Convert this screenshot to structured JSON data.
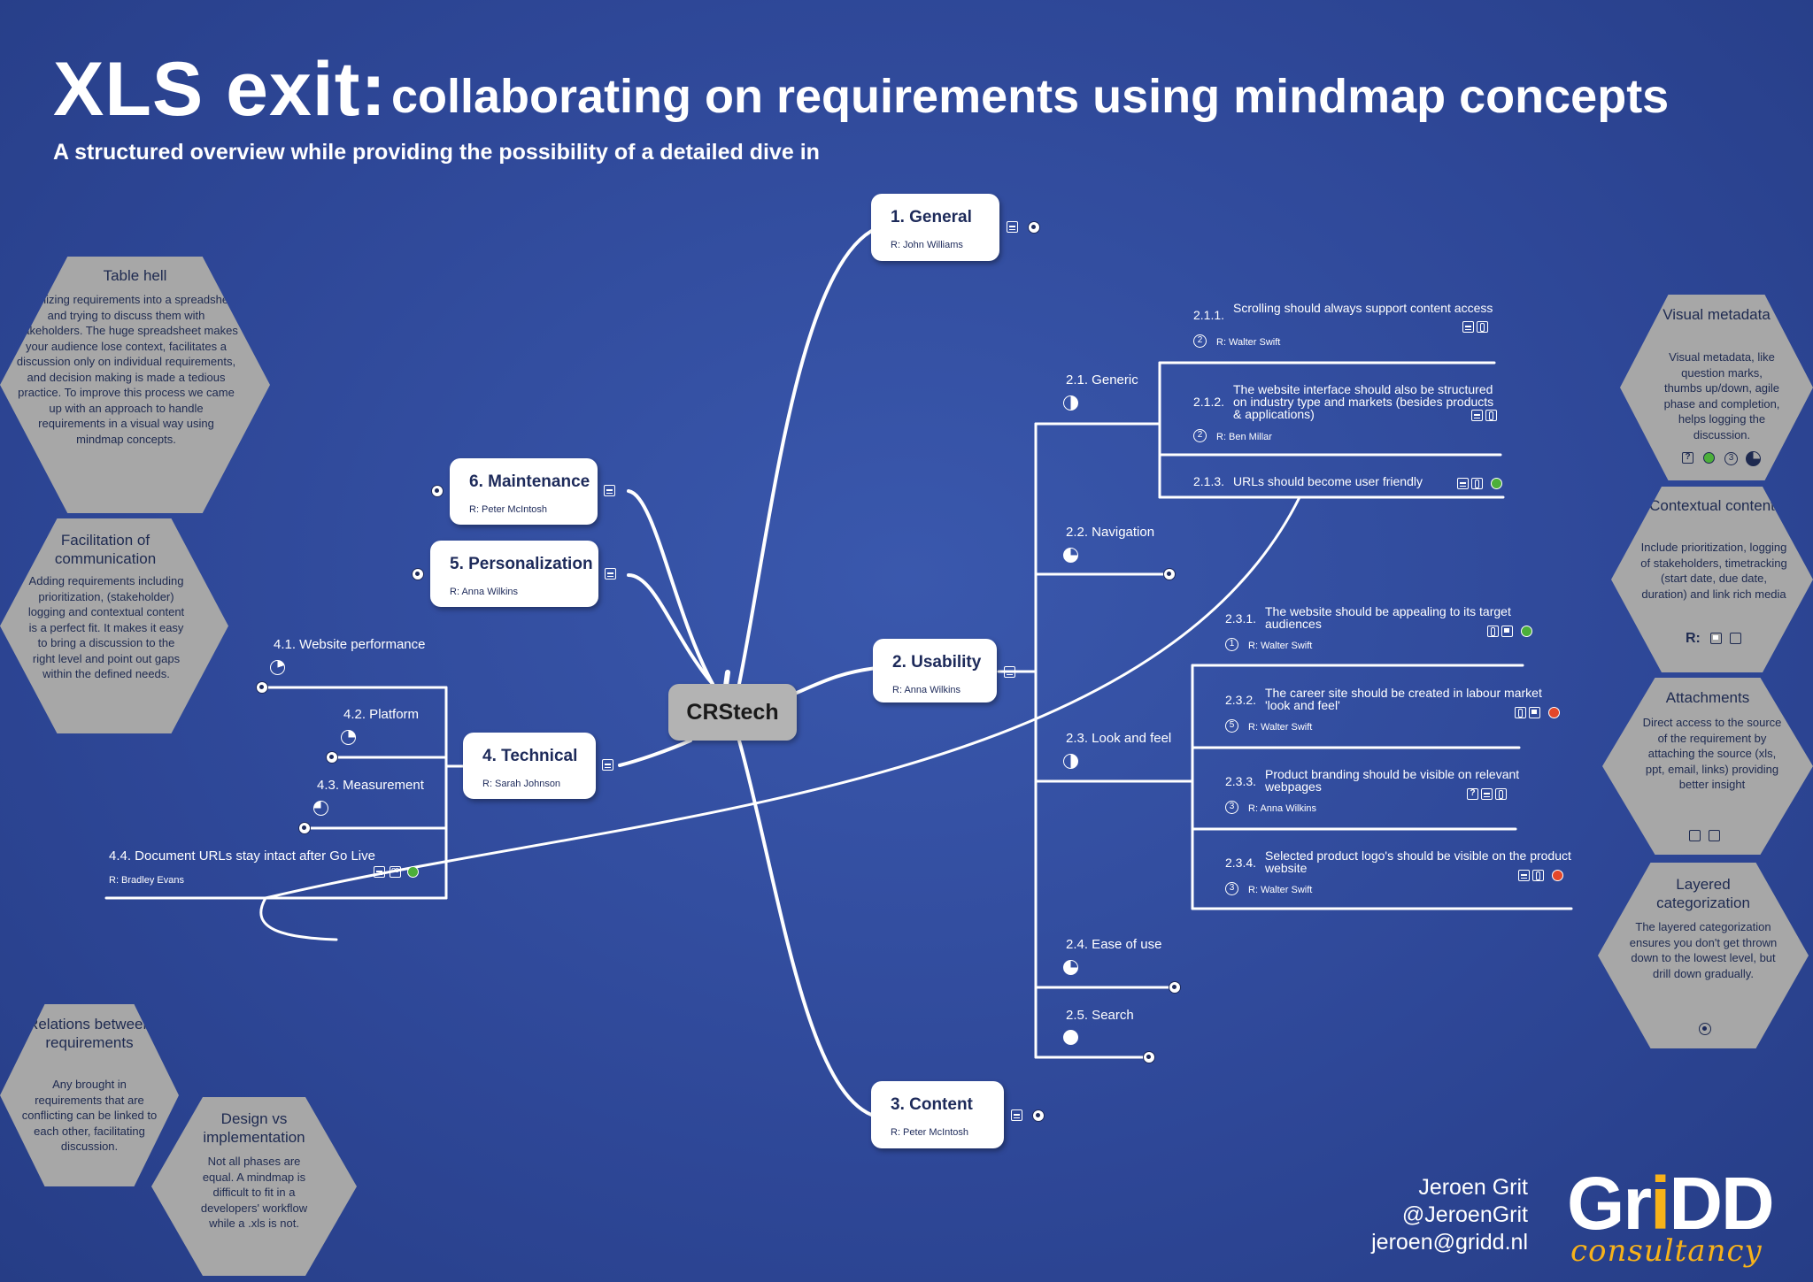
{
  "header": {
    "title_main": "XLS exit:",
    "title_sub": "collaborating on requirements using mindmap concepts",
    "tagline": "A structured overview while providing the possibility of a detailed dive in"
  },
  "center": {
    "label": "CRStech"
  },
  "nodes": {
    "general": {
      "title": "1.  General",
      "resp": "R: John Williams"
    },
    "usability": {
      "title": "2.  Usability",
      "resp": "R: Anna Wilkins"
    },
    "content": {
      "title": "3.  Content",
      "resp": "R: Peter McIntosh"
    },
    "technical": {
      "title": "4.  Technical",
      "resp": "R: Sarah Johnson"
    },
    "personalization": {
      "title": "5.  Personalization",
      "resp": "R: Anna Wilkins"
    },
    "maintenance": {
      "title": "6.  Maintenance",
      "resp": "R: Peter McIntosh"
    }
  },
  "usability_children": {
    "generic": "2.1. Generic",
    "navigation": "2.2. Navigation",
    "look_feel": "2.3. Look and feel",
    "ease": "2.4. Ease of use",
    "search": "2.5. Search"
  },
  "requirements": {
    "r211": {
      "num": "2.1.1.",
      "text": "Scrolling should always support content access",
      "resp": "R: Walter Swift",
      "count": "2"
    },
    "r212": {
      "num": "2.1.2.",
      "text": "The website interface should also be structured on industry type and markets (besides products & applications)",
      "resp": "R: Ben Millar",
      "count": "2"
    },
    "r213": {
      "num": "2.1.3.",
      "text": "URLs should become user friendly"
    },
    "r231": {
      "num": "2.3.1.",
      "text": "The website should be appealing to its target audiences",
      "resp": "R: Walter Swift",
      "count": "1"
    },
    "r232": {
      "num": "2.3.2.",
      "text": "The career site should be created in labour market 'look and feel'",
      "resp": "R: Walter Swift",
      "count": "5"
    },
    "r233": {
      "num": "2.3.3.",
      "text": "Product branding should be visible on relevant webpages",
      "resp": "R: Anna Wilkins",
      "count": "3"
    },
    "r234": {
      "num": "2.3.4.",
      "text": "Selected product logo's should be visible on the product website",
      "resp": "R: Walter Swift",
      "count": "3"
    }
  },
  "technical_children": {
    "t41": "4.1. Website performance",
    "t42": "4.2. Platform",
    "t43": "4.3. Measurement",
    "t44": "4.4. Document URLs stay intact after Go Live",
    "t44_resp": "R: Bradley Evans"
  },
  "hexes": {
    "table_hell": {
      "title": "Table hell",
      "body": "Organizing requirements into a spreadsheet and trying to discuss them with stakeholders. The huge spreadsheet makes your audience lose context, facilitates a discussion only on individual requirements, and decision making is made a tedious practice. To improve this process we came up with an approach to handle requirements in a visual way using mindmap concepts."
    },
    "facilitation": {
      "title": "Facilitation of communication",
      "body": "Adding requirements including prioritization, (stakeholder) logging and contextual content is a perfect fit. It makes it easy to bring a discussion to the right level and point out gaps within the defined needs."
    },
    "relations": {
      "title": "Relations between requirements",
      "body": "Any brought in requirements that are conflicting can be linked to each other, facilitating discussion."
    },
    "design": {
      "title": "Design vs implementation",
      "body": "Not all phases are equal. A mindmap is difficult to fit in a developers' workflow while a .xls is not."
    },
    "visual_meta": {
      "title": "Visual metadata",
      "body": "Visual metadata, like question marks, thumbs up/down, agile phase and completion, helps logging the discussion.",
      "sample_count": "3"
    },
    "contextual": {
      "title": "Contextual content",
      "body": "Include prioritization, logging of stakeholders, timetracking (start date, due date, duration) and link rich media",
      "r_label": "R:"
    },
    "attachments": {
      "title": "Attachments",
      "body": "Direct access to the source of the requirement by attaching the source (xls, ppt, email, links) providing better insight"
    },
    "layered": {
      "title": "Layered categorization",
      "body": "The layered categorization ensures you don't get thrown down to the lowest level, but drill down gradually."
    }
  },
  "contact": {
    "name": "Jeroen Grit",
    "handle": "@JeroenGrit",
    "email": "jeroen@gridd.nl"
  },
  "logo": {
    "word_a": "Gr",
    "word_i": "i",
    "word_b": "DD",
    "tag": "consultancy"
  }
}
